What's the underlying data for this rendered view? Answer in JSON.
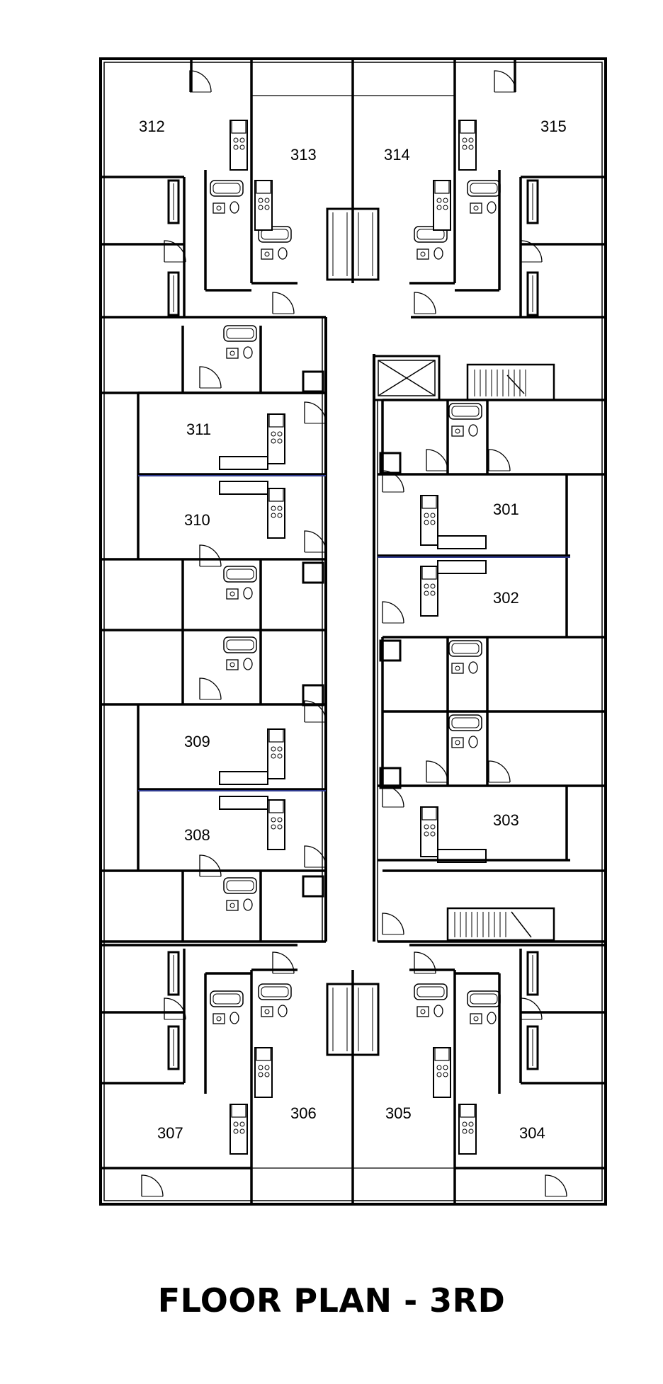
{
  "title": "FLOOR PLAN - 3RD",
  "units": {
    "u301": "301",
    "u302": "302",
    "u303": "303",
    "u304": "304",
    "u305": "305",
    "u306": "306",
    "u307": "307",
    "u308": "308",
    "u309": "309",
    "u310": "310",
    "u311": "311",
    "u312": "312",
    "u313": "313",
    "u314": "314",
    "u315": "315"
  },
  "colors": {
    "wall": "#000000",
    "background": "#ffffff",
    "window": "#2f3a8f"
  }
}
